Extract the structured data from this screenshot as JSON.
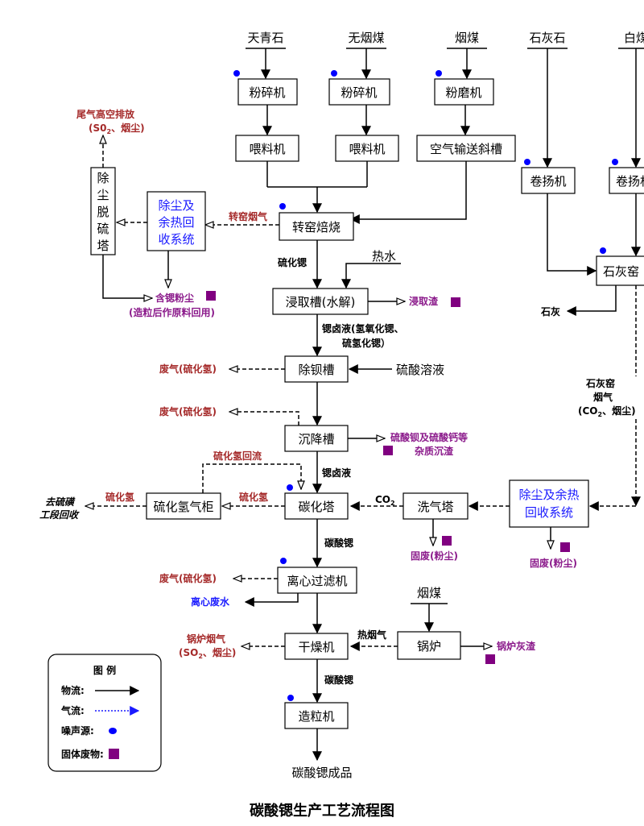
{
  "title": "碳酸锶生产工艺流程图",
  "raw": {
    "celestite": "天青石",
    "anthracite": "无烟煤",
    "coal1": "烟煤",
    "limestone": "石灰石",
    "white_coal": "白煤",
    "coal2": "烟煤"
  },
  "box": {
    "crusher1": "粉碎机",
    "crusher2": "粉碎机",
    "mill": "粉磨机",
    "feeder1": "喂料机",
    "feeder2": "喂料机",
    "air_chute": "空气输送斜槽",
    "hoist1": "卷扬机",
    "hoist2": "卷扬机",
    "kiln": "转窑焙烧",
    "lime_kiln": "石灰窑",
    "desulf": [
      "除",
      "尘",
      "脱",
      "硫",
      "塔"
    ],
    "dust_heat1": [
      "除尘及",
      "余热回",
      "收系统"
    ],
    "leach": "浸取槽(水解)",
    "barium": "除钡槽",
    "settle": "沉降槽",
    "carbon": "碳化塔",
    "h2s_tank": "硫化氢气柜",
    "washer": "洗气塔",
    "dust_heat2": [
      "除尘及余热",
      "回收系统"
    ],
    "centrifuge": "离心过滤机",
    "dryer": "干燥机",
    "boiler": "锅炉",
    "granulator": "造粒机"
  },
  "labels": {
    "exhaust_high": "尾气高空排放",
    "exhaust_high_sub": "(S0",
    "exhaust_high_sub2": "、烟尘)",
    "kiln_gas": "转窑烟气",
    "sr_dust": "含锶粉尘",
    "sr_dust_sub": "(造粒后作原料回用)",
    "sr_sulfide": "硫化锶",
    "hot_water": "热水",
    "leach_residue": "浸取渣",
    "lime": "石灰",
    "sr_brine": "锶卤液(氢氧化锶、",
    "sr_brine2": "硫氢化锶）",
    "waste_gas1": "废气(硫化氢)",
    "sulfuric": "硫酸溶液",
    "lime_kiln_gas1": "石灰窑",
    "lime_kiln_gas2": "烟气",
    "lime_kiln_gas3": "(CO",
    "lime_kiln_gas3b": "、烟尘)",
    "waste_gas2": "废气(硫化氢)",
    "impurity1": "硫酸钡及硫酸钙等",
    "impurity2": "杂质沉渣",
    "h2s_reflux": "硫化氢回流",
    "sr_brine_s": "锶卤液",
    "to_sulfur1": "去硫磺",
    "to_sulfur2": "工段回收",
    "h2s_a": "硫化氢",
    "h2s_b": "硫化氢",
    "co2": "CO",
    "solid_waste1": "固废(粉尘)",
    "solid_waste2": "固废(粉尘)",
    "sr_carbonate": "碳酸锶",
    "waste_gas3": "废气(硫化氢)",
    "cent_water": "离心废水",
    "boiler_gas1": "锅炉烟气",
    "boiler_gas2": "(SO",
    "boiler_gas2b": "、烟尘)",
    "hot_gas": "热烟气",
    "boiler_slag": "锅炉灰渣",
    "sr_carbonate2": "碳酸锶",
    "product": "碳酸锶成品",
    "sub2": "2"
  },
  "legend": {
    "title": "图 例",
    "material": "物流:",
    "gas": "气流:",
    "noise": "噪声源:",
    "solid": "固体废物:"
  },
  "colors": {
    "dark_red": "#a52a2a",
    "purple": "#8b1a8b",
    "blue": "#1a1aff",
    "noise_dot": "#0000ff",
    "waste_square": "#800080"
  }
}
